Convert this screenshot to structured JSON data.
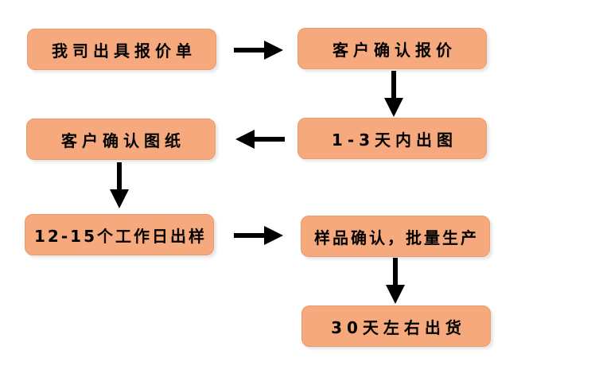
{
  "flowchart": {
    "steps": [
      {
        "id": "issue-quote",
        "label": "我司出具报价单"
      },
      {
        "id": "customer-confirm-quote",
        "label": "客户确认报价"
      },
      {
        "id": "drawings-in-1-3-days",
        "label": "1-3天内出图"
      },
      {
        "id": "customer-confirm-drawings",
        "label": "客户确认图纸"
      },
      {
        "id": "sample-in-12-15-working-days",
        "label": "12-15个工作日出样"
      },
      {
        "id": "sample-confirm-mass-production",
        "label": "样品确认，批量生产"
      },
      {
        "id": "ship-in-about-30-days",
        "label": "30天左右出货"
      }
    ],
    "connections": [
      {
        "from": "issue-quote",
        "to": "customer-confirm-quote",
        "arrow": "right"
      },
      {
        "from": "customer-confirm-quote",
        "to": "drawings-in-1-3-days",
        "arrow": "down"
      },
      {
        "from": "drawings-in-1-3-days",
        "to": "customer-confirm-drawings",
        "arrow": "left"
      },
      {
        "from": "customer-confirm-drawings",
        "to": "sample-in-12-15-working-days",
        "arrow": "down"
      },
      {
        "from": "sample-in-12-15-working-days",
        "to": "sample-confirm-mass-production",
        "arrow": "right"
      },
      {
        "from": "sample-confirm-mass-production",
        "to": "ship-in-about-30-days",
        "arrow": "down"
      }
    ],
    "colors": {
      "background": "#FFFFFF",
      "box_fill": "#F6A97C",
      "box_border": "#EC9A68",
      "text": "#000000",
      "arrow": "#000000"
    }
  }
}
